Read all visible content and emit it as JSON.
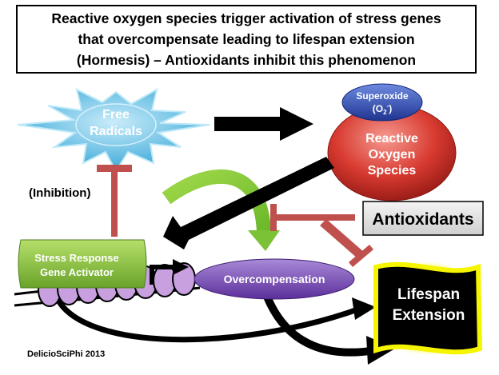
{
  "title": "Reactive oxygen species trigger activation of stress genes\nthat overcompensate leading to lifespan extension\n(Hormesis) – Antioxidants inhibit this phenomenon",
  "nodes": {
    "free_radicals": {
      "line1": "Free",
      "line2": "Radicals"
    },
    "superoxide": {
      "line1": "Superoxide",
      "formula_base": "(O",
      "formula_sub": "2",
      "formula_sup": "-",
      "formula_end": ")"
    },
    "ros": {
      "line1": "Reactive",
      "line2": "Oxygen",
      "line3": "Species"
    },
    "antioxidants": {
      "label": "Antioxidants"
    },
    "stress_gene": {
      "line1": "Stress Response",
      "line2": "Gene Activator"
    },
    "overcompensation": {
      "label": "Overcompensation"
    },
    "lifespan": {
      "line1": "Lifespan",
      "line2": "Extension"
    }
  },
  "inhibition_label": "(Inhibition)",
  "credit": "DelicioSciPhi 2013",
  "colors": {
    "free_radicals": "#5bc0e8",
    "superoxide": "#2f4fb0",
    "ros": "#d83a30",
    "stress_gene": "#8cc63f",
    "overcompensation": "#7b4db8",
    "inhibitor": "#c0504d",
    "dna": "#c8a0e0"
  },
  "icons": [
    "starburst-shape",
    "dna-helix",
    "transcription-arrow",
    "scroll-banner"
  ]
}
